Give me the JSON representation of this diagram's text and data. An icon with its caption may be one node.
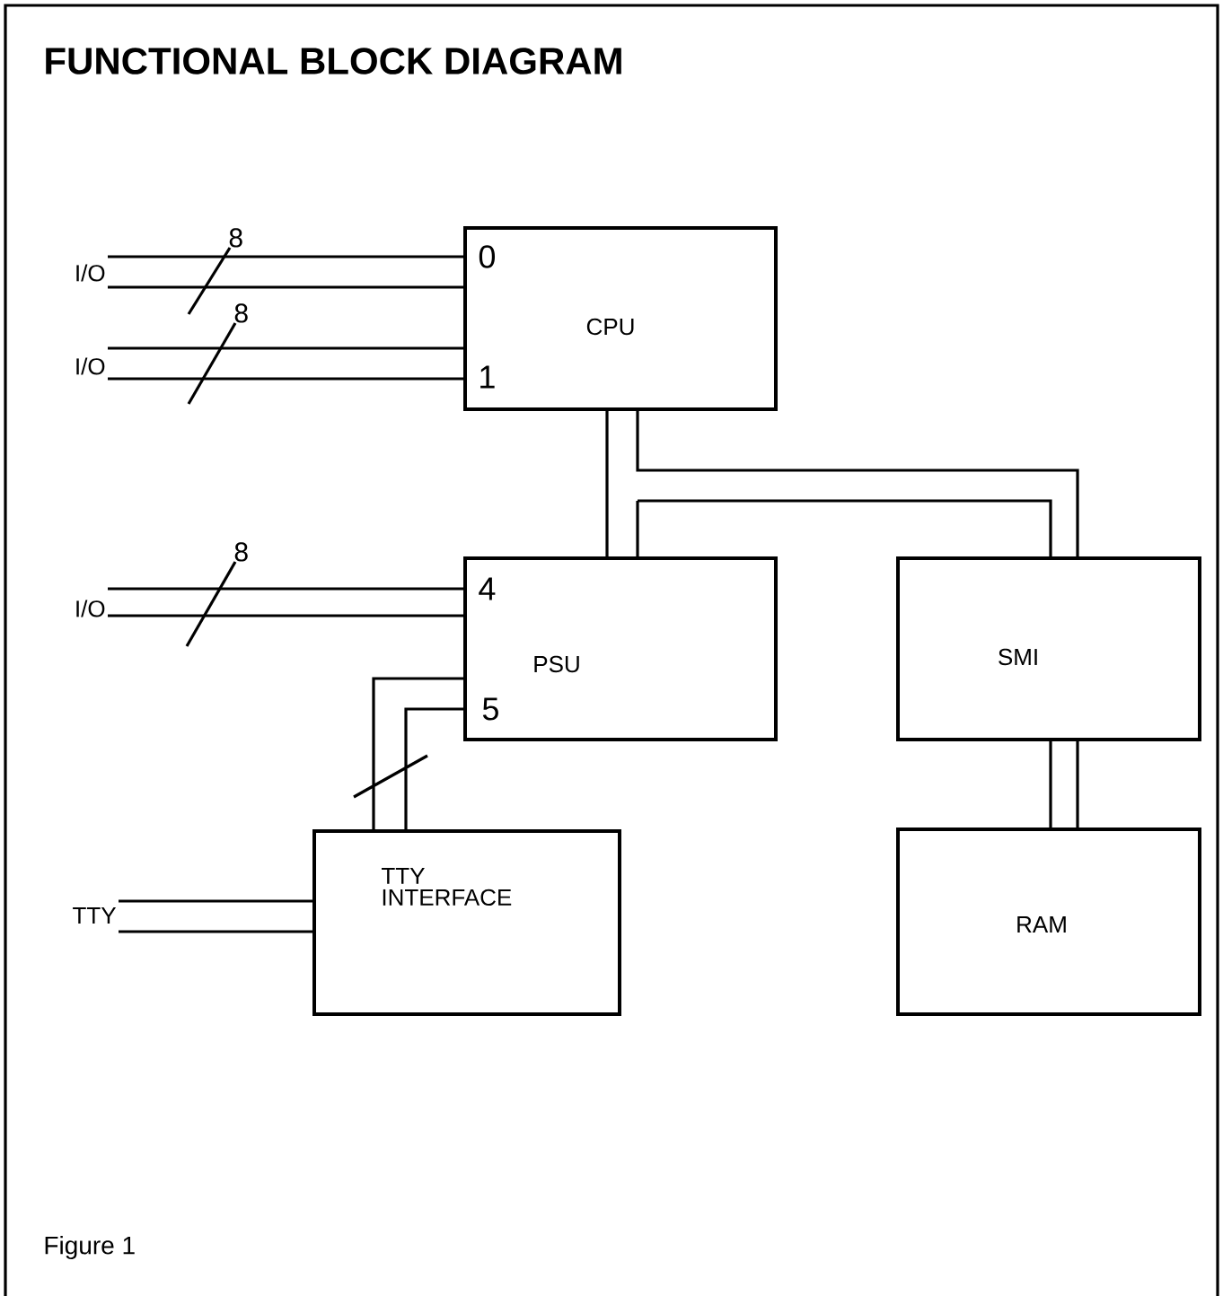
{
  "diagram": {
    "title": "FUNCTIONAL BLOCK DIAGRAM",
    "caption": "Figure 1",
    "nodes": [
      {
        "text": [
          "0",
          "CPU",
          "1"
        ]
      },
      {
        "text": [
          "I/O"
        ]
      },
      {
        "text": [
          "I/O"
        ]
      },
      {
        "text": [
          "4",
          "PSU",
          "5"
        ]
      },
      {
        "text": [
          "SMI"
        ]
      },
      {
        "text": [
          "I/O"
        ]
      },
      {
        "text": [
          "TTY INTERFACE"
        ]
      },
      {
        "text": [
          "TTY"
        ]
      },
      {
        "text": [
          "RAM"
        ]
      }
    ],
    "edges": [
      {
        "from": 1,
        "to": 0,
        "arrow": "none",
        "label": "8"
      },
      {
        "from": 2,
        "to": 0,
        "arrow": "none",
        "label": "8"
      },
      {
        "from": 0,
        "to": 3,
        "arrow": "none"
      },
      {
        "from": 0,
        "to": 4,
        "arrow": "none"
      },
      {
        "from": 5,
        "to": 3,
        "arrow": "none",
        "label": "8"
      },
      {
        "from": 3,
        "to": 6,
        "arrow": "none"
      },
      {
        "from": 7,
        "to": 6,
        "arrow": "none"
      },
      {
        "from": 4,
        "to": 8,
        "arrow": "none"
      }
    ]
  }
}
